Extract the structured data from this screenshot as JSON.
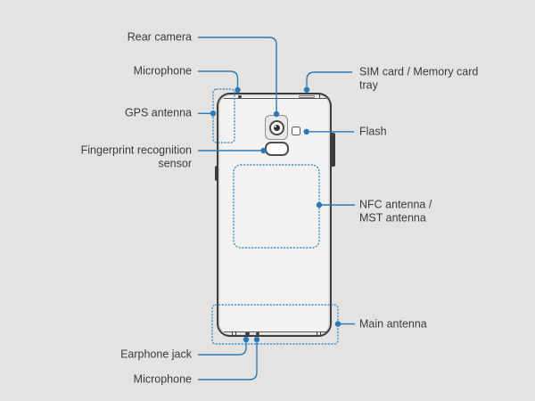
{
  "labels": {
    "rear_camera": "Rear camera",
    "microphone_top": "Microphone",
    "gps_antenna": "GPS antenna",
    "fingerprint_sensor": "Fingerprint recognition\nsensor",
    "sim_tray": "SIM card / Memory card\ntray",
    "flash": "Flash",
    "nfc_antenna": "NFC antenna /\nMST antenna",
    "main_antenna": "Main antenna",
    "earphone_jack": "Earphone jack",
    "microphone_bottom": "Microphone"
  },
  "colors": {
    "background": "#e4e3e1",
    "line_blue": "#2b7ab8",
    "dashed_blue": "#3f8ec6",
    "text": "#3b3b3b",
    "phone_outline": "#3d3d3d",
    "phone_fill": "#f3f2f1"
  }
}
